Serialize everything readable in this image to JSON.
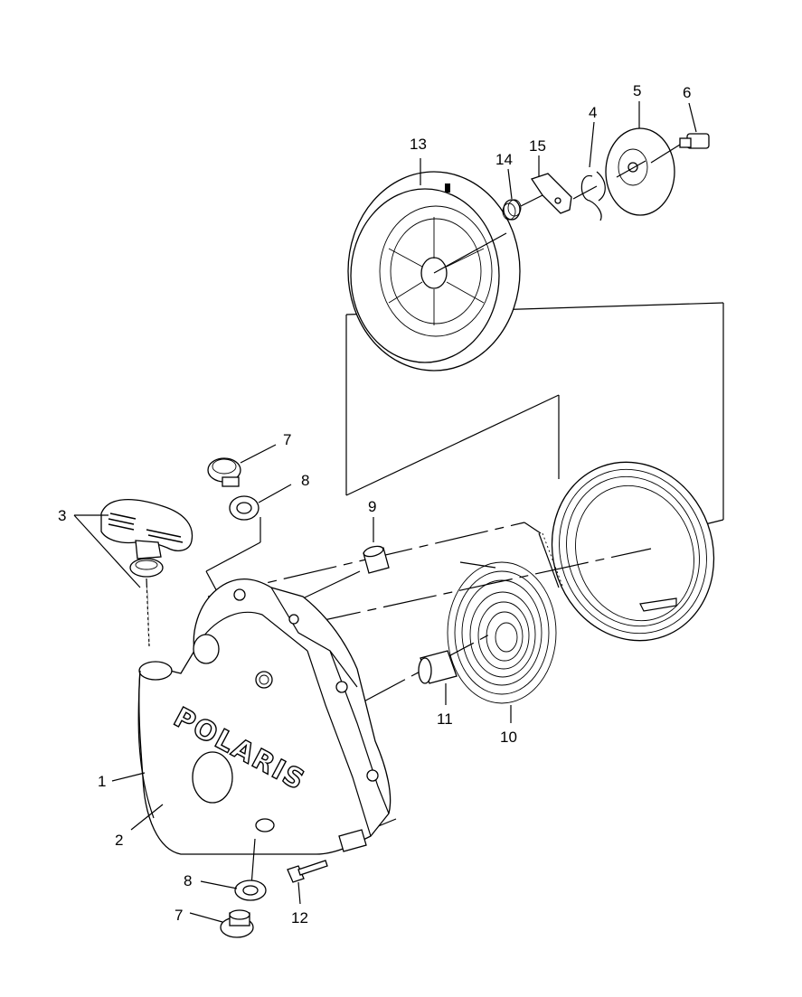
{
  "diagram": {
    "brand_text": "POLARIS",
    "callouts": {
      "c1": "1",
      "c2": "2",
      "c3": "3",
      "c4": "4",
      "c5": "5",
      "c6": "6",
      "c7a": "7",
      "c7b": "7",
      "c8a": "8",
      "c8b": "8",
      "c9": "9",
      "c10": "10",
      "c11": "11",
      "c12": "12",
      "c13": "13",
      "c14": "14",
      "c15": "15"
    }
  }
}
